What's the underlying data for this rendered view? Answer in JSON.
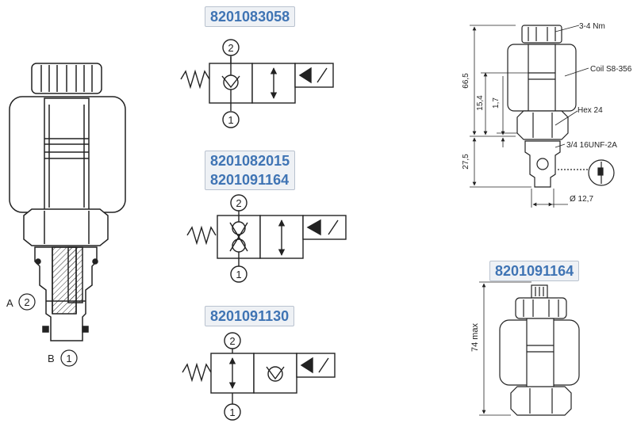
{
  "section_view": {
    "port_a_letter": "A",
    "port_a_number": "2",
    "port_b_letter": "B",
    "port_b_number": "1"
  },
  "symbols": [
    {
      "codes": [
        "8201083058"
      ],
      "top_port": "2",
      "bottom_port": "1"
    },
    {
      "codes": [
        "8201082015",
        "8201091164"
      ],
      "top_port": "2",
      "bottom_port": "1"
    },
    {
      "codes": [
        "8201091130"
      ],
      "top_port": "2",
      "bottom_port": "1"
    }
  ],
  "dimensions": {
    "torque": "3-4 Nm",
    "coil": "Coil S8-356",
    "hex": "Hex 24",
    "thread": "3/4 16UNF-2A",
    "overall_height": "66,5",
    "dim_15_4": "15,4",
    "dim_1_7": "1,7",
    "dim_27_5": "27,5",
    "diameter": "Ø 12,7"
  },
  "variant": {
    "code": "8201091164",
    "height_label": "74 max"
  }
}
